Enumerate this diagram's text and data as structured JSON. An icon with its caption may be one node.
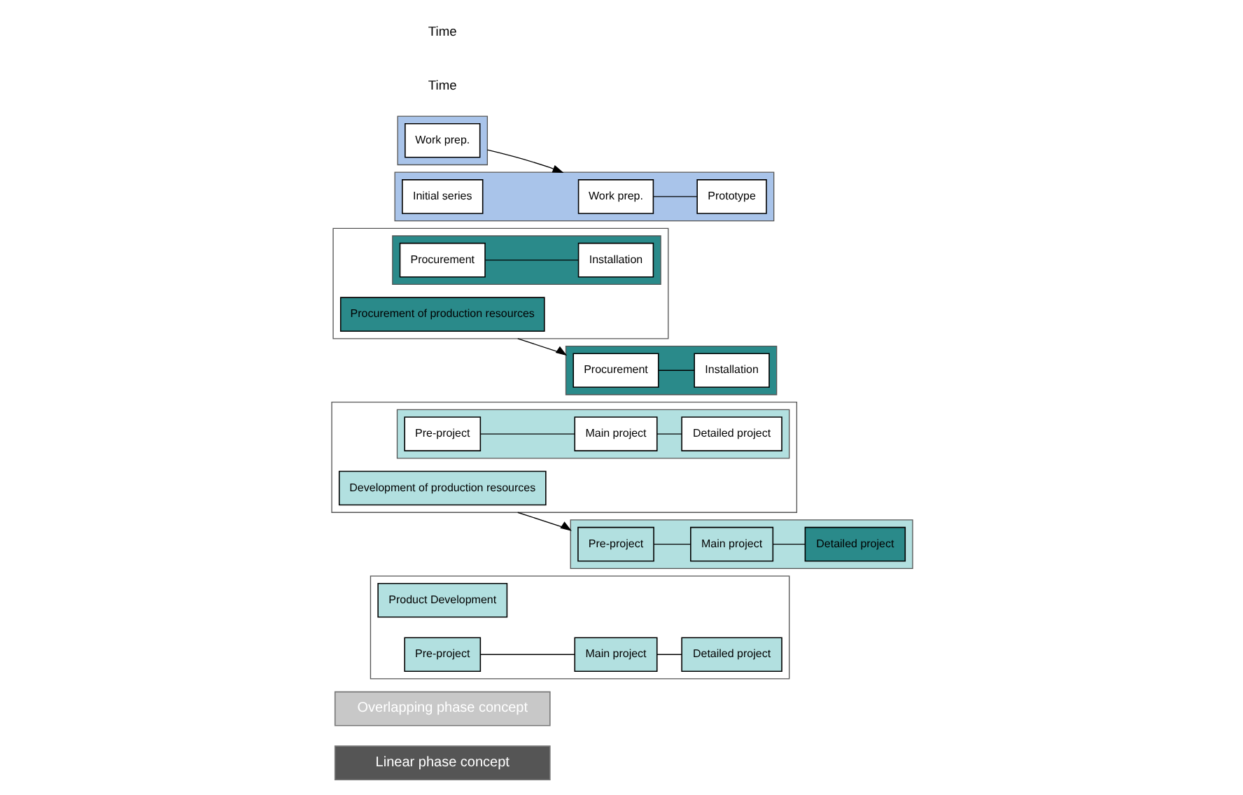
{
  "diagram": {
    "nodes": [
      {
        "text": [
          "Linear phase concept"
        ]
      },
      {
        "text": [
          "Overlapping phase concept"
        ]
      },
      {
        "text": [],
        "shape": "box"
      },
      {
        "text": [
          "Product Development"
        ],
        "in": 2
      },
      {
        "text": [
          "Pre-project"
        ],
        "in": 2
      },
      {
        "text": [
          "Main project"
        ],
        "in": 2
      },
      {
        "text": [
          "Detailed project"
        ],
        "in": 2
      },
      {
        "text": [],
        "shape": "box"
      },
      {
        "text": [
          "Development of production resources"
        ],
        "in": 7
      },
      {
        "text": [],
        "shape": "box",
        "in": 7
      },
      {
        "text": [
          "Pre-project"
        ],
        "in": 9
      },
      {
        "text": [
          "Main project"
        ],
        "in": 9
      },
      {
        "text": [
          "Detailed project"
        ],
        "in": 9
      },
      {
        "text": [],
        "shape": "box"
      },
      {
        "text": [
          "Procurement of production resources"
        ],
        "in": 13
      },
      {
        "text": [],
        "shape": "box",
        "in": 13
      },
      {
        "text": [
          "Procurement"
        ],
        "in": 15
      },
      {
        "text": [
          "Installation"
        ],
        "in": 15
      },
      {
        "text": [],
        "shape": "box"
      },
      {
        "text": [
          "Work prep."
        ],
        "in": 18
      },
      {
        "text": [],
        "shape": "box"
      },
      {
        "text": [
          "Pre-project"
        ],
        "in": 20
      },
      {
        "text": [
          "Main project"
        ],
        "in": 20
      },
      {
        "text": [
          "Detailed project"
        ],
        "in": 20
      },
      {
        "text": [],
        "shape": "box"
      },
      {
        "text": [
          "Procurement"
        ],
        "in": 24
      },
      {
        "text": [
          "Installation"
        ],
        "in": 24
      },
      {
        "text": [],
        "shape": "box"
      },
      {
        "text": [
          "Work prep."
        ],
        "in": 27
      },
      {
        "text": [
          "Prototype"
        ],
        "in": 27
      },
      {
        "text": [
          "Initial series"
        ],
        "in": 27
      }
    ],
    "edges": [
      {
        "from": 4,
        "to": 5,
        "arrow": "none"
      },
      {
        "from": 5,
        "to": 6,
        "arrow": "none"
      },
      {
        "from": 10,
        "to": 11,
        "arrow": "none"
      },
      {
        "from": 11,
        "to": 12,
        "arrow": "none"
      },
      {
        "from": 16,
        "to": 17,
        "arrow": "none"
      },
      {
        "from": 7,
        "to": 20,
        "arrow": "to"
      },
      {
        "from": 13,
        "to": 24,
        "arrow": "to"
      },
      {
        "from": 18,
        "to": 27,
        "arrow": "to"
      },
      {
        "from": 21,
        "to": 22,
        "arrow": "none"
      },
      {
        "from": 22,
        "to": 23,
        "arrow": "none"
      },
      {
        "from": 25,
        "to": 26,
        "arrow": "none"
      },
      {
        "from": 28,
        "to": 29,
        "arrow": "none"
      }
    ],
    "labels": [
      "Time",
      "Time"
    ]
  }
}
